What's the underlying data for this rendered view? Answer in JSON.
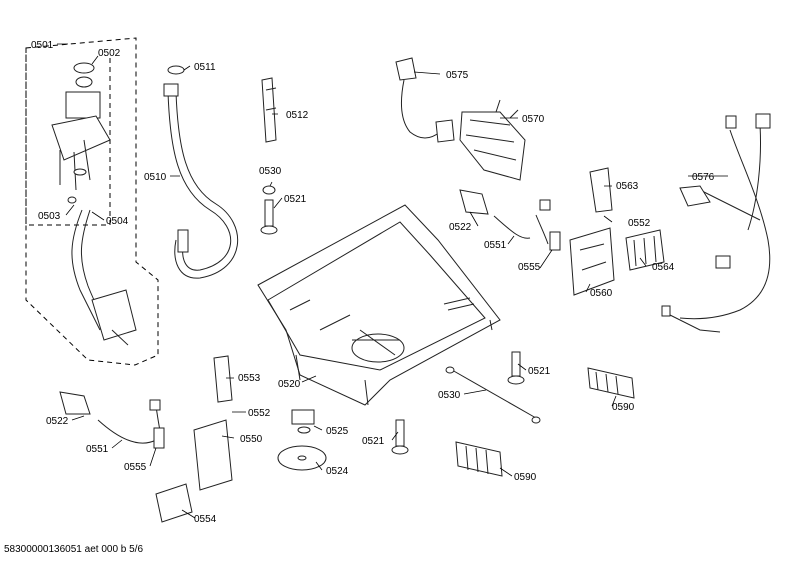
{
  "labels": {
    "l0501": "0501",
    "l0502": "0502",
    "l0503": "0503",
    "l0504": "0504",
    "l0510": "0510",
    "l0511": "0511",
    "l0512": "0512",
    "l0520": "0520",
    "l0521a": "0521",
    "l0521b": "0521",
    "l0521c": "0521",
    "l0522a": "0522",
    "l0522b": "0522",
    "l0524": "0524",
    "l0525": "0525",
    "l0530a": "0530",
    "l0530b": "0530",
    "l0550": "0550",
    "l0551a": "0551",
    "l0551b": "0551",
    "l0552a": "0552",
    "l0552b": "0552",
    "l0553": "0553",
    "l0554": "0554",
    "l0555a": "0555",
    "l0555b": "0555",
    "l0560": "0560",
    "l0563": "0563",
    "l0564": "0564",
    "l0570": "0570",
    "l0575": "0575",
    "l0576": "0576",
    "l0590a": "0590",
    "l0590b": "0590"
  },
  "footer": {
    "docid": "58300000136051 aet 000 b 5/6"
  }
}
